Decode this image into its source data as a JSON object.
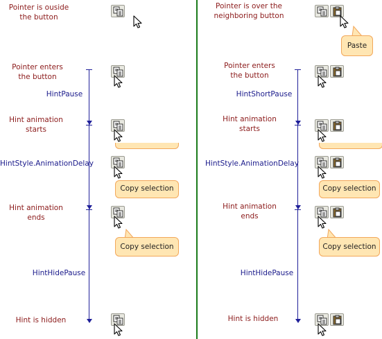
{
  "left": {
    "states": {
      "outside": "Pointer is ouside\nthe button",
      "enters": "Pointer enters\nthe button",
      "anim_start": "Hint animation\nstarts",
      "anim_end": "Hint animation\nends",
      "hidden": "Hint is hidden"
    },
    "intervals": {
      "pause": "HintPause",
      "delay": "HintStyle.AnimationDelay",
      "hide": "HintHidePause"
    },
    "hints": {
      "copy1": "Copy selection",
      "copy2": "Copy selection"
    }
  },
  "right": {
    "states": {
      "over_neighbor": "Pointer is over the\nneighboring button",
      "enters": "Pointer enters\nthe button",
      "anim_start": "Hint animation\nstarts",
      "anim_end": "Hint animation\nends",
      "hidden": "Hint is hidden"
    },
    "intervals": {
      "pause": "HintShortPause",
      "delay": "HintStyle.AnimationDelay",
      "hide": "HintHidePause"
    },
    "hints": {
      "paste": "Paste",
      "copy1": "Copy selection",
      "copy2": "Copy selection"
    }
  },
  "colors": {
    "state_text": "#8b1a1a",
    "interval_text": "#1a1a8b",
    "timeline": "#1f1f99",
    "divider": "#1a7a1a",
    "hint_bg": "#ffe6b3",
    "hint_border": "#f2a75a"
  },
  "icons": {
    "copy": "copy-icon",
    "paste": "paste-icon",
    "cursor": "mouse-pointer-icon"
  }
}
